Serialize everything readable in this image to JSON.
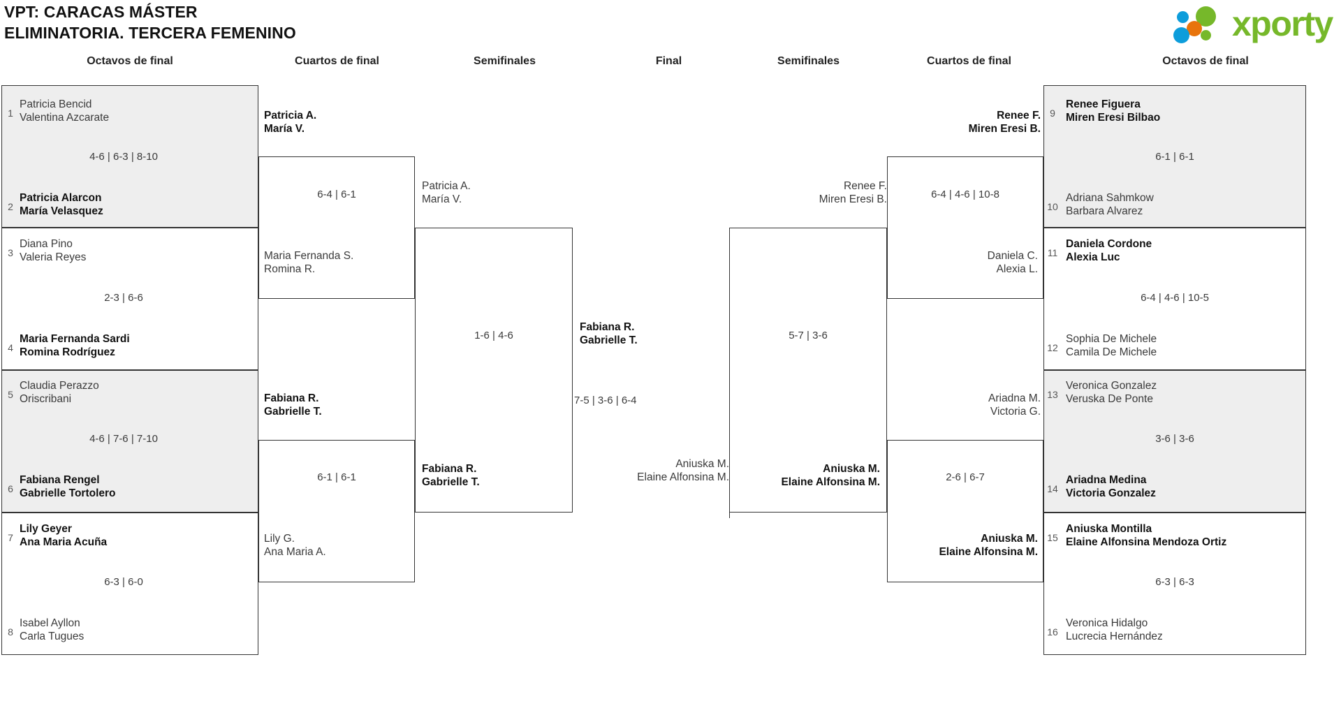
{
  "header": {
    "title_line1": "VPT: CARACAS MÁSTER",
    "title_line2": "ELIMINATORIA. TERCERA FEMENINO",
    "logo_text": "xporty",
    "logo_colors": {
      "green": "#76b82a",
      "blue": "#0d9ddb",
      "orange": "#e8740c"
    }
  },
  "rounds": [
    {
      "label": "Octavos de final"
    },
    {
      "label": "Cuartos de final"
    },
    {
      "label": "Semifinales"
    },
    {
      "label": "Final"
    },
    {
      "label": "Semifinales"
    },
    {
      "label": "Cuartos de final"
    },
    {
      "label": "Octavos de final"
    }
  ],
  "left_r16": [
    {
      "seed": "1",
      "p1": "Patricia Bencid",
      "p2": "Valentina Azcarate",
      "winner": false
    },
    {
      "seed": "2",
      "p1": "Patricia Alarcon",
      "p2": "María Velasquez",
      "winner": true
    },
    {
      "seed": "3",
      "p1": "Diana Pino",
      "p2": "Valeria Reyes",
      "winner": false
    },
    {
      "seed": "4",
      "p1": "Maria Fernanda Sardi",
      "p2": "Romina Rodríguez",
      "winner": true
    },
    {
      "seed": "5",
      "p1": "Claudia Perazzo",
      "p2": "Oriscribani",
      "winner": false
    },
    {
      "seed": "6",
      "p1": "Fabiana Rengel",
      "p2": "Gabrielle Tortolero",
      "winner": true
    },
    {
      "seed": "7",
      "p1": "Lily Geyer",
      "p2": "Ana Maria Acuña",
      "winner": true
    },
    {
      "seed": "8",
      "p1": "Isabel Ayllon",
      "p2": "Carla Tugues",
      "winner": false
    }
  ],
  "left_r16_scores": [
    "4-6 | 6-3 | 8-10",
    "2-3 | 6-6",
    "4-6 | 7-6 | 7-10",
    "6-3 | 6-0"
  ],
  "left_qf": [
    {
      "p1": "Patricia A.",
      "p2": "María V.",
      "winner": true
    },
    {
      "p1": "Maria Fernanda S.",
      "p2": "Romina R.",
      "winner": false
    },
    {
      "p1": "Fabiana R.",
      "p2": "Gabrielle T.",
      "winner": true
    },
    {
      "p1": "Lily G.",
      "p2": "Ana Maria A.",
      "winner": false
    }
  ],
  "left_qf_scores": [
    "6-4 | 6-1",
    "6-1 | 6-1"
  ],
  "left_sf": [
    {
      "p1": "Patricia A.",
      "p2": "María V.",
      "winner": false
    },
    {
      "p1": "Fabiana R.",
      "p2": "Gabrielle T.",
      "winner": true
    }
  ],
  "left_sf_scores": [
    "1-6 | 4-6"
  ],
  "final": {
    "top": {
      "p1": "Fabiana R.",
      "p2": "Gabrielle T.",
      "winner": true
    },
    "bottom": {
      "p1": "Aniuska M.",
      "p2": "Elaine Alfonsina M.",
      "winner": false
    },
    "score": "7-5 | 3-6 | 6-4"
  },
  "right_sf": [
    {
      "p1": "Renee F.",
      "p2": "Miren Eresi B.",
      "winner": false
    },
    {
      "p1": "Aniuska M.",
      "p2": "Elaine Alfonsina M.",
      "winner": true
    }
  ],
  "right_sf_scores": [
    "5-7 | 3-6"
  ],
  "right_qf": [
    {
      "p1": "Renee F.",
      "p2": "Miren Eresi B.",
      "winner": true
    },
    {
      "p1": "Daniela C.",
      "p2": "Alexia L.",
      "winner": false
    },
    {
      "p1": "Ariadna M.",
      "p2": "Victoria G.",
      "winner": false
    },
    {
      "p1": "Aniuska M.",
      "p2": "Elaine Alfonsina M.",
      "winner": true
    }
  ],
  "right_qf_scores": [
    "6-4 | 4-6 | 10-8",
    "2-6 | 6-7"
  ],
  "right_r16": [
    {
      "seed": "9",
      "p1": "Renee Figuera",
      "p2": "Miren Eresi Bilbao",
      "winner": true
    },
    {
      "seed": "10",
      "p1": "Adriana Sahmkow",
      "p2": "Barbara Alvarez",
      "winner": false
    },
    {
      "seed": "11",
      "p1": "Daniela Cordone",
      "p2": "Alexia Luc",
      "winner": true
    },
    {
      "seed": "12",
      "p1": "Sophia De Michele",
      "p2": "Camila De Michele",
      "winner": false
    },
    {
      "seed": "13",
      "p1": "Veronica Gonzalez",
      "p2": "Veruska De Ponte",
      "winner": false
    },
    {
      "seed": "14",
      "p1": "Ariadna Medina",
      "p2": "Victoria Gonzalez",
      "winner": true
    },
    {
      "seed": "15",
      "p1": "Aniuska Montilla",
      "p2": "Elaine Alfonsina Mendoza Ortiz",
      "winner": true
    },
    {
      "seed": "16",
      "p1": "Veronica Hidalgo",
      "p2": "Lucrecia Hernández",
      "winner": false
    }
  ],
  "right_r16_scores": [
    "6-1 | 6-1",
    "6-4 | 4-6 | 10-5",
    "3-6 | 3-6",
    "6-3 | 6-3"
  ]
}
